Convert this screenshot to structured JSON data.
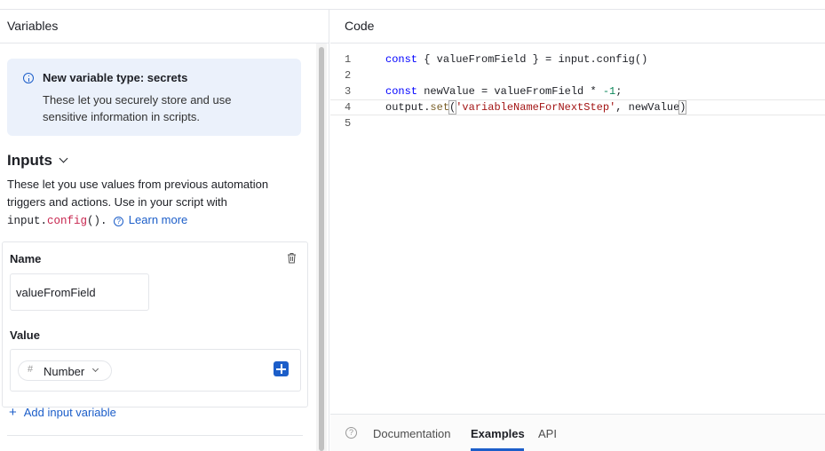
{
  "left_panel": {
    "title": "Variables",
    "notice": {
      "icon": "info-icon",
      "title": "New variable type: secrets",
      "body": "These let you securely store and use sensitive information in scripts."
    },
    "inputs": {
      "heading": "Inputs",
      "desc_part1": "These let you use values from previous automation triggers and actions. Use in your script with",
      "code_obj": "input.",
      "code_method": "config",
      "code_end": "().",
      "learn_more": "Learn more"
    },
    "input_card": {
      "name_label": "Name",
      "name_value": "valueFromField",
      "value_label": "Value",
      "type_icon": "#",
      "type_label": "Number"
    },
    "add_input_label": "Add input variable"
  },
  "code_panel": {
    "title": "Code",
    "lines": [
      {
        "num": "1"
      },
      {
        "num": "2"
      },
      {
        "num": "3"
      },
      {
        "num": "4"
      },
      {
        "num": "5"
      }
    ],
    "tokens": {
      "const": "const",
      "l1_destructure": " { valueFromField } = input.",
      "l1_call": "config",
      "l1_end": "()",
      "l3_mid": " newValue = valueFromField * ",
      "l3_num": "-1",
      "l3_end": ";",
      "l4_obj": "output.",
      "l4_method": "set",
      "l4_open": "(",
      "l4_str": "'variableNameForNextStep'",
      "l4_mid": ", newValue",
      "l4_close": ")"
    },
    "footer_tabs": [
      "Documentation",
      "Examples",
      "API"
    ],
    "active_tab": "Examples"
  },
  "colors": {
    "accent": "#1c5ec9",
    "notice_bg": "#ebf1fb",
    "keyword": "#0000ff",
    "string": "#a31515",
    "number": "#098658"
  }
}
